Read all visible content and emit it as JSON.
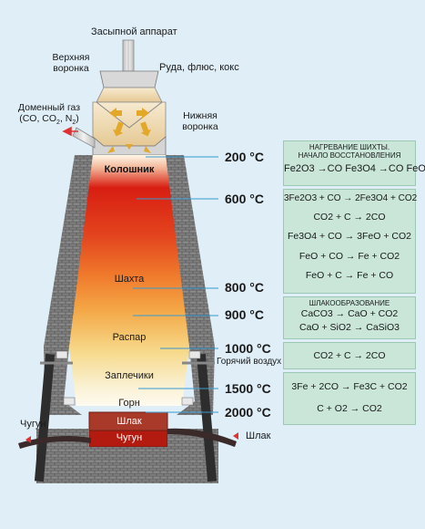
{
  "labels": {
    "charging_device": "Засыпной аппарат",
    "upper_funnel_l1": "Верхняя",
    "upper_funnel_l2": "воронка",
    "charge": "Руда, флюс, кокс",
    "blast_gas_l1": "Доменный газ",
    "blast_gas_l2": "(CO, CO",
    "blast_gas_sub2": "2",
    "blast_gas_sep": ", N",
    "blast_gas_subn": "2",
    "blast_gas_end": ")",
    "lower_funnel_l1": "Нижняя",
    "lower_funnel_l2": "воронка",
    "throat": "Колошник",
    "shaft": "Шахта",
    "belly": "Распар",
    "bosh": "Заплечики",
    "hearth": "Горн",
    "slag_inner": "Шлак",
    "iron_inner": "Чугун",
    "hot_air": "Горячий воздух",
    "iron_out": "Чугун",
    "slag_out": "Шлак"
  },
  "temperatures": [
    "200 °C",
    "600 °C",
    "800 °C",
    "900 °C",
    "1000 °C",
    "1500 °C",
    "2000 °C"
  ],
  "boxes": {
    "heating_title_l1": "НАГРЕВАНИЕ ШИХТЫ.",
    "heating_title_l2": "НАЧАЛО ВОССТАНОВЛЕНИЯ",
    "slag_title": "ШЛАКООБРАЗОВАНИЕ"
  },
  "equations": {
    "eq1": "Fe2O3 →CO Fe3O4 →CO FeO",
    "eq2": "3Fe2O3 + CO → 2Fe3O4 + CO2",
    "eq3": "CO2 + C → 2CO",
    "eq4": "Fe3O4 + CO → 3FeO + CO2",
    "eq5": "FeO + CO → Fe + CO2",
    "eq6": "FeO + C → Fe + CO",
    "eq7": "CaCO3 → CaO + CO2",
    "eq8": "CaO + SiO2 → CaSiO3",
    "eq9": "CO2 + C → 2CO",
    "eq10": "3Fe + 2CO → Fe3C + CO2",
    "eq11": "C + O2 → CO2"
  },
  "colors": {
    "background": "#dfeef7",
    "brick": "#5a5a5a",
    "hot": "#d81e12",
    "box": "#c9e6d9",
    "arrow": "#e03030"
  }
}
